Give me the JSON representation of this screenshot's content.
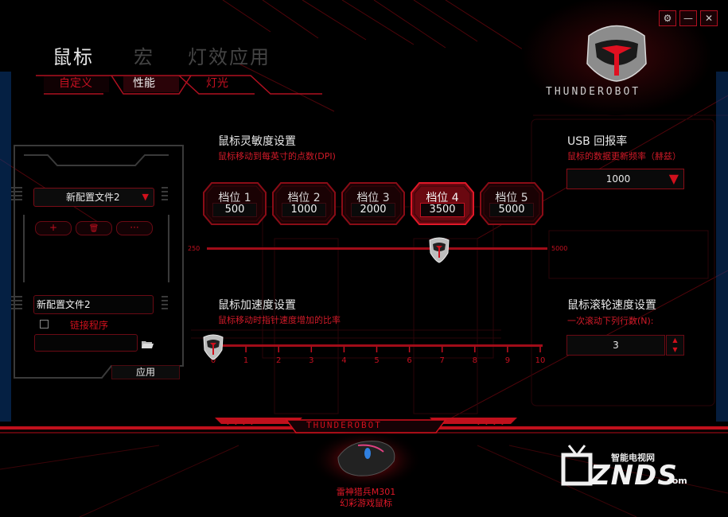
{
  "window": {
    "settings_glyph": "⚙",
    "minimize_glyph": "—",
    "close_glyph": "✕"
  },
  "brand": {
    "logo_text": "THUNDEROBOT",
    "footer_text": "THUNDEROBOT",
    "accent_color": "#d0101c"
  },
  "main_tabs": [
    {
      "label": "鼠标",
      "active": true
    },
    {
      "label": "宏",
      "active": false
    },
    {
      "label": "灯效应用",
      "active": false
    }
  ],
  "sub_tabs": [
    {
      "label": "自定义",
      "active": false
    },
    {
      "label": "性能",
      "active": true
    },
    {
      "label": "灯光",
      "active": false
    }
  ],
  "profile_panel": {
    "selected_profile": "新配置文件2",
    "add_glyph": "+",
    "delete_glyph": "🗑",
    "more_glyph": "···",
    "name_value": "新配置文件2",
    "link_program_label": "链接程序",
    "link_checked": false,
    "program_path_value": "",
    "apply_label": "应用"
  },
  "dpi": {
    "title": "鼠标灵敏度设置",
    "subtitle": "鼠标移动到每英寸的点数(DPI)",
    "stages": [
      {
        "label": "档位 1",
        "value": "500",
        "active": false
      },
      {
        "label": "档位 2",
        "value": "1000",
        "active": false
      },
      {
        "label": "档位 3",
        "value": "2000",
        "active": false
      },
      {
        "label": "档位 4",
        "value": "3500",
        "active": true
      },
      {
        "label": "档位 5",
        "value": "5000",
        "active": false
      }
    ],
    "slider": {
      "min": 250,
      "max": 5000,
      "min_label": "250",
      "max_label": "5000",
      "value": 3500
    }
  },
  "usb": {
    "title": "USB 回报率",
    "subtitle": "鼠标的数据更新频率（赫兹）",
    "value": "1000",
    "arrow": "▼"
  },
  "accel": {
    "title": "鼠标加速度设置",
    "subtitle": "鼠标移动时指针速度增加的比率",
    "ticks": [
      "0",
      "1",
      "2",
      "3",
      "4",
      "5",
      "6",
      "7",
      "8",
      "9",
      "10"
    ],
    "value": 0
  },
  "scroll": {
    "title": "鼠标滚轮速度设置",
    "subtitle": "一次滚动下列行数(N):",
    "value": "3",
    "up_glyph": "▲",
    "down_glyph": "▼"
  },
  "device": {
    "name_line1": "雷神猎兵M301",
    "name_line2": "幻彩游戏鼠标"
  },
  "watermark": {
    "top": "智能电视网",
    "main": "ZNDS",
    "suffix": ".com"
  }
}
